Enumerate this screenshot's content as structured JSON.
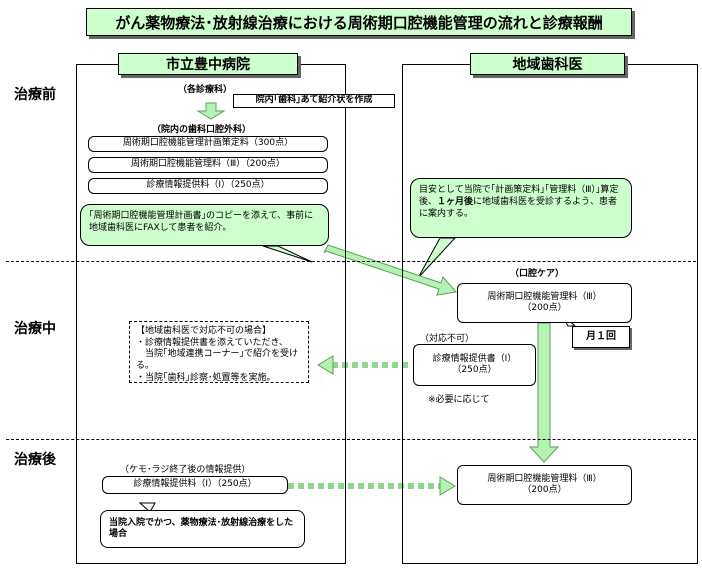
{
  "title": "がん薬物療法･放射線治療における周術期口腔機能管理の流れと診療報酬",
  "columns": {
    "hospital": "市立豊中病院",
    "dentist": "地域歯科医"
  },
  "phases": {
    "before": "治療前",
    "during": "治療中",
    "after": "治療後"
  },
  "hospital": {
    "each_dept": "（各診療科）",
    "referral_note": "院内｢歯科｣あて紹介状を作成",
    "oral_surgery": "（院内の歯科口腔外科）",
    "fees": [
      "周術期口腔機能管理計画策定料（300点）",
      "周術期口腔機能管理料（Ⅲ）（200点）",
      "診療情報提供料（Ⅰ）（250点）"
    ],
    "bubble": "｢周術期口腔機能管理計画書｣のコピーを添えて、事前に地域歯科医にFAXして患者を紹介。",
    "fallback_lines": [
      "【地域歯科医で対応不可の場合】",
      "・診療情報提供書を添えていただき、",
      "　当院｢地域連携コーナー｣で紹介を受ける。",
      "・当院｢歯科｣診察･処置等を実施。"
    ],
    "after_label": "（ケモ･ラジ終了後の情報提供）",
    "after_fee": "診療情報提供料（Ⅰ）（250点）",
    "after_note": "当院入院でかつ、薬物療法･放射線治療をした場合"
  },
  "dentist": {
    "bubble_part1": "目安として当院で｢計画策定料｣｢管理料（Ⅲ）｣算定後、",
    "bubble_bold": "１ヶ月後",
    "bubble_part2": "に地域歯科医を受診するよう、患者に案内する。",
    "oral_care": "（口腔ケア）",
    "mgmt_fee_name": "周術期口腔機能管理料（Ⅲ）",
    "mgmt_fee_points": "（200点）",
    "monthly": "月１回",
    "unavailable": "（対応不可）",
    "info_doc_name": "診療情報提供書（Ⅰ）",
    "info_doc_points": "（250点）",
    "as_needed": "※必要に応じて",
    "after_fee_name": "周術期口腔機能管理料（Ⅲ）",
    "after_fee_points": "（200点）"
  },
  "colors": {
    "green_fill": "#ccffcc",
    "arrow_fill": "#b6f2b6",
    "arrow_stroke": "#5aa05a"
  }
}
